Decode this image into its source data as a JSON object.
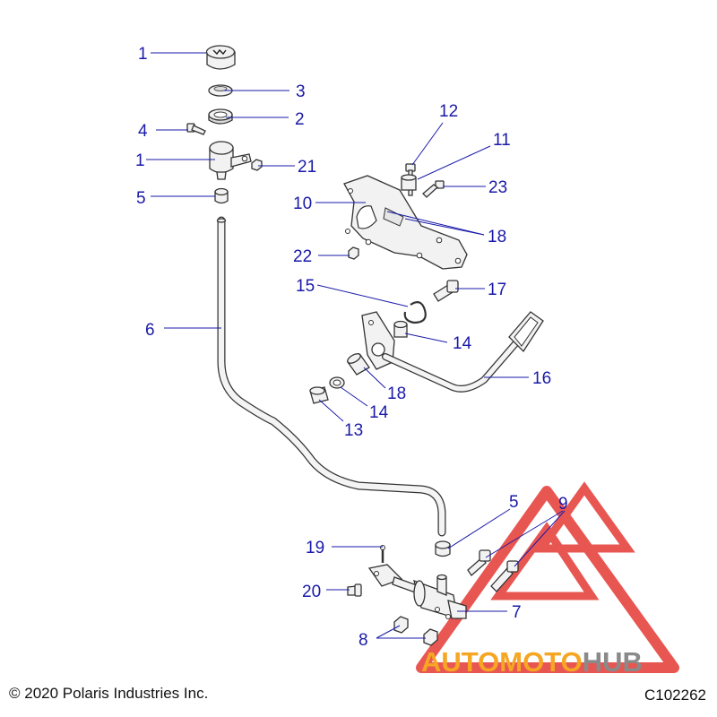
{
  "footer": {
    "copyright": "© 2020 Polaris Industries Inc.",
    "figure_code": "C102262"
  },
  "watermark": {
    "part1": "AUTOMOTO",
    "part2": "HUB",
    "color_orange": "#f5a623",
    "color_gray": "#8a8a8a",
    "color_red": "#e53935"
  },
  "callouts": [
    {
      "id": "c1a",
      "label": "1"
    },
    {
      "id": "c3",
      "label": "3"
    },
    {
      "id": "c2",
      "label": "2"
    },
    {
      "id": "c4",
      "label": "4"
    },
    {
      "id": "c1b",
      "label": "1"
    },
    {
      "id": "c21",
      "label": "21"
    },
    {
      "id": "c5a",
      "label": "5"
    },
    {
      "id": "c12",
      "label": "12"
    },
    {
      "id": "c11",
      "label": "11"
    },
    {
      "id": "c23",
      "label": "23"
    },
    {
      "id": "c10",
      "label": "10"
    },
    {
      "id": "c18a",
      "label": "18"
    },
    {
      "id": "c22",
      "label": "22"
    },
    {
      "id": "c15",
      "label": "15"
    },
    {
      "id": "c17",
      "label": "17"
    },
    {
      "id": "c6",
      "label": "6"
    },
    {
      "id": "c14a",
      "label": "14"
    },
    {
      "id": "c16",
      "label": "16"
    },
    {
      "id": "c18b",
      "label": "18"
    },
    {
      "id": "c14b",
      "label": "14"
    },
    {
      "id": "c13",
      "label": "13"
    },
    {
      "id": "c5b",
      "label": "5"
    },
    {
      "id": "c9",
      "label": "9"
    },
    {
      "id": "c19",
      "label": "19"
    },
    {
      "id": "c20",
      "label": "20"
    },
    {
      "id": "c7",
      "label": "7"
    },
    {
      "id": "c8",
      "label": "8"
    }
  ]
}
